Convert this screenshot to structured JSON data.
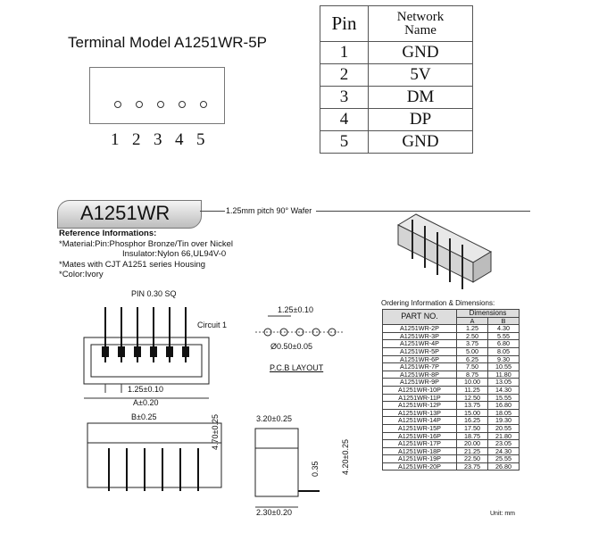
{
  "terminal_title": "Terminal Model A1251WR-5P",
  "pin_numbers": [
    "1",
    "2",
    "3",
    "4",
    "5"
  ],
  "pin_table": {
    "col_pin": "Pin",
    "col_name": [
      "Network",
      "Name"
    ],
    "rows": [
      {
        "pin": "1",
        "name": "GND"
      },
      {
        "pin": "2",
        "name": "5V"
      },
      {
        "pin": "3",
        "name": "DM"
      },
      {
        "pin": "4",
        "name": "DP"
      },
      {
        "pin": "5",
        "name": "GND"
      }
    ]
  },
  "model_banner": "A1251WR",
  "pitch_note": "1.25mm pitch 90° Wafer",
  "reference": {
    "heading": "Reference Informations:",
    "lines": [
      "*Material:Pin:Phosphor Bronze/Tin over Nickel",
      "Insulator:Nylon 66,UL94V-0",
      "*Mates with CJT A1251 series Housing",
      "*Color:Ivory"
    ]
  },
  "drawing": {
    "pin_sq": "PIN 0.30 SQ",
    "circuit": "Circuit 1",
    "pitch_dim": "1.25±0.10",
    "a_dim": "A±0.20",
    "b_dim": "B±0.25",
    "height_dim": "4.70±0.25",
    "pcb_pitch": "1.25±0.10",
    "pcb_hole": "Ø0.50±0.05",
    "pcb_label": "P.C.B LAYOUT",
    "side_width": "3.20±0.25",
    "side_height": "4.20±0.25",
    "pin_thk": "0.35",
    "bottom_dim": "2.30±0.20"
  },
  "ordering": {
    "title": "Ordering Information & Dimensions:",
    "part_no": "PART NO.",
    "dimensions": "Dimensions",
    "col_a": "A",
    "col_b": "B",
    "rows": [
      [
        "A1251WR-2P",
        "1.25",
        "4.30"
      ],
      [
        "A1251WR-3P",
        "2.50",
        "5.55"
      ],
      [
        "A1251WR-4P",
        "3.75",
        "6.80"
      ],
      [
        "A1251WR-5P",
        "5.00",
        "8.05"
      ],
      [
        "A1251WR-6P",
        "6.25",
        "9.30"
      ],
      [
        "A1251WR-7P",
        "7.50",
        "10.55"
      ],
      [
        "A1251WR-8P",
        "8.75",
        "11.80"
      ],
      [
        "A1251WR-9P",
        "10.00",
        "13.05"
      ],
      [
        "A1251WR-10P",
        "11.25",
        "14.30"
      ],
      [
        "A1251WR-11P",
        "12.50",
        "15.55"
      ],
      [
        "A1251WR-12P",
        "13.75",
        "16.80"
      ],
      [
        "A1251WR-13P",
        "15.00",
        "18.05"
      ],
      [
        "A1251WR-14P",
        "16.25",
        "19.30"
      ],
      [
        "A1251WR-15P",
        "17.50",
        "20.55"
      ],
      [
        "A1251WR-16P",
        "18.75",
        "21.80"
      ],
      [
        "A1251WR-17P",
        "20.00",
        "23.05"
      ],
      [
        "A1251WR-18P",
        "21.25",
        "24.30"
      ],
      [
        "A1251WR-19P",
        "22.50",
        "25.55"
      ],
      [
        "A1251WR-20P",
        "23.75",
        "26.80"
      ]
    ],
    "unit": "Unit: mm"
  }
}
